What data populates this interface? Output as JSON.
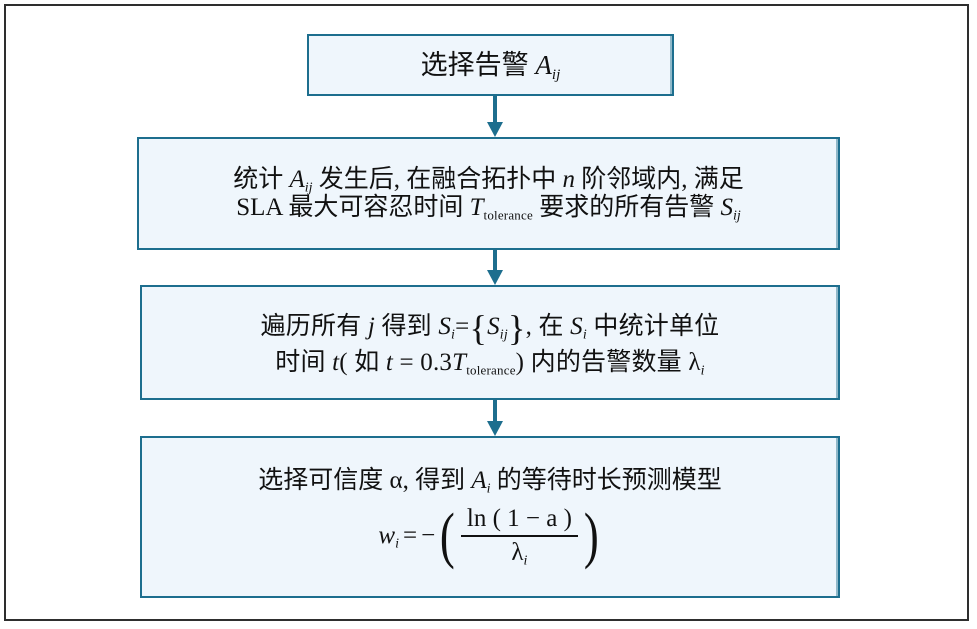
{
  "figure": {
    "type": "flowchart",
    "orientation": "top-to-bottom",
    "border_color": "#2e2e2e",
    "background": "#ffffff",
    "box_fill": "#eff6fc",
    "box_border_color": "#1d6e8e",
    "arrow_color": "#1d6e8e"
  },
  "nodes": {
    "select_alarm": {
      "name": "选择告警",
      "line1_prefix": "选择告警 ",
      "var": "A",
      "sub": "ij"
    },
    "statistics": {
      "l1_a": "统计 ",
      "l1_var": "A",
      "l1_sub": "ij",
      "l1_b": " 发生后, 在融合拓扑中 ",
      "l1_n": "n",
      "l1_c": " 阶邻域内, 满足",
      "l2_a": "SLA 最大可容忍时间 ",
      "l2_var": "T",
      "l2_sub": "tolerance",
      "l2_b": " 要求的所有告警 ",
      "l2_var2": "S",
      "l2_sub2": "ij"
    },
    "traverse": {
      "l1_a": "遍历所有 ",
      "l1_j": "j",
      "l1_b": " 得到 ",
      "l1_S": "S",
      "l1_S_sub": "i",
      "l1_eq": "=",
      "l1_brace_open": "{",
      "l1_Sij": "S",
      "l1_Sij_sub": "ij",
      "l1_brace_close": "}",
      "l1_c": ", 在 ",
      "l1_S2": "S",
      "l1_S2_sub": "i",
      "l1_d": " 中统计单位",
      "l2_a": "时间 ",
      "l2_t": "t",
      "l2_b": "( 如 ",
      "l2_t2": "t",
      "l2_eq": " = 0.3",
      "l2_T": "T",
      "l2_T_sub": "tolerance",
      "l2_c": ") 内的告警数量 ",
      "l2_lambda": "λ",
      "l2_lambda_sub": "i"
    },
    "model": {
      "l1_a": "选择可信度 ",
      "l1_alpha": "α",
      "l1_b": ", 得到 ",
      "l1_A": "A",
      "l1_A_sub": "i",
      "l1_c": " 的等待时长预测模型",
      "formula": {
        "lhs_var": "w",
        "lhs_sub": "i",
        "equals": "=",
        "minus": "−",
        "paren_left": "(",
        "numerator": "ln ( 1 − a )",
        "denominator_var": "λ",
        "denominator_sub": "i",
        "paren_right": ")"
      }
    }
  }
}
